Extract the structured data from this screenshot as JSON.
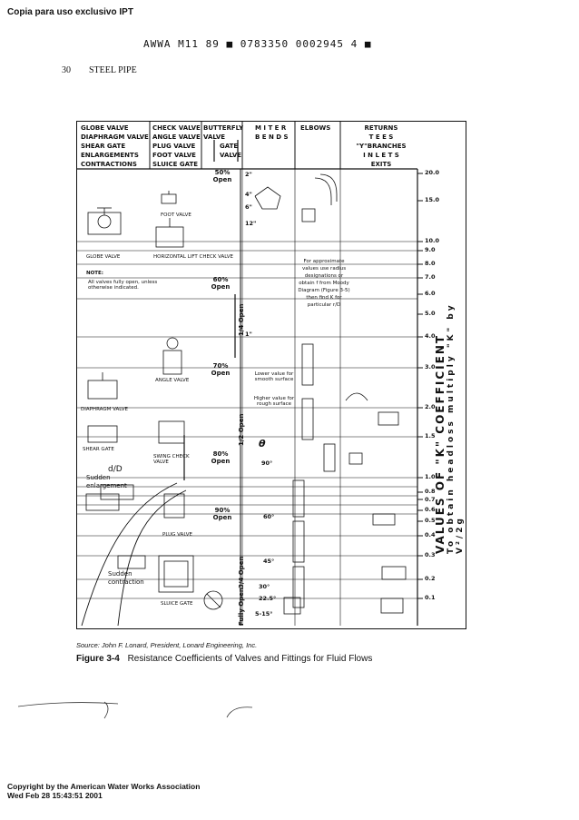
{
  "page": {
    "top_note": "Copia para uso exclusivo IPT",
    "barcode_text": "AWWA M11 89 ■ 0783350 0002945 4 ■",
    "page_number": "30",
    "running_title": "STEEL PIPE",
    "source": "Source: John F. Lonard, President, Lonard Engineering, Inc.",
    "figure_label": "Figure 3-4",
    "figure_title": "Resistance Coefficients of Valves and Fittings for Fluid Flows",
    "copyright": "Copyright by the American Water Works Association",
    "date": "Wed Feb 28 15:43:51 2001"
  },
  "chart": {
    "headers": {
      "col1": [
        "GLOBE VALVE",
        "DIAPHRAGM VALVE",
        "SHEAR GATE",
        "ENLARGEMENTS",
        "CONTRACTIONS"
      ],
      "col2": [
        "CHECK VALVE",
        "ANGLE VALVE",
        "PLUG VALVE",
        "FOOT VALVE",
        "SLUICE GATE"
      ],
      "col3": [
        "BUTTERFLY",
        "VALVE",
        "GATE",
        "VALVE"
      ],
      "col4": [
        "M I T E R",
        "B E N D S"
      ],
      "col5": [
        "ELBOWS"
      ],
      "col6": [
        "RETURNS",
        "T E E S",
        "\"Y\"BRANCHES",
        "I N L E T S",
        "EXITS"
      ]
    },
    "k_scale": [
      "20.0",
      "15.0",
      "10.0",
      "9.0",
      "8.0",
      "7.0",
      "6.0",
      "5.0",
      "4.0",
      "3.0",
      "2.0",
      "1.5",
      "1.0",
      "0.8",
      "0.7",
      "0.6",
      "0.5",
      "0.4",
      "0.3",
      "0.2",
      "0.1"
    ],
    "labels": {
      "foot_valve": "FOOT VALVE",
      "globe_valve": "GLOBE VALVE",
      "horizontal_lift_check": "HORIZONTAL LIFT CHECK VALVE",
      "note_title": "NOTE:",
      "note_body": "All valves fully open, unless otherwise indicated.",
      "angle_valve": "ANGLE VALVE",
      "diaphragm_valve": "DIAPHRAGM VALVE",
      "shear_gate": "SHEAR GATE",
      "swing_check": "SWING CHECK VALVE",
      "plug_valve": "PLUG VALVE",
      "sluice_gate": "SLUICE GATE",
      "sudden_enlargement": "Sudden enlargement",
      "sudden_contraction": "Sudden contraction",
      "d_over_D": "d/D",
      "elbow_note": "For approximate values use radius designations or obtain f from Moody Diagram (Figure 3-5) then find K for particular r/D",
      "lower_value": "Lower value for smooth surface",
      "higher_value": "Higher value for rough surface",
      "pct_50_open": "50% Open",
      "pct_60_open": "60% Open",
      "pct_70_open": "70% Open",
      "pct_80_open": "80% Open",
      "pct_90_open": "90% Open",
      "one_quarter_open": "1/4 Open",
      "one_half_open": "1/2 Open",
      "three_quarter_open": "3/4 Open",
      "fully_open": "Fully Open",
      "theta": "θ",
      "miter_90": "90°",
      "miter_60": "60°",
      "miter_45": "45°",
      "miter_30": "30°",
      "miter_22": "22.5°",
      "miter_15": "5-15°",
      "size_2": "2\"",
      "size_4": "4\"",
      "size_6": "6\"",
      "size_12": "12\"",
      "size_1": "1\""
    },
    "right_title_1": "VALUES OF \"K\" COEFFICIENT",
    "right_title_2": "To obtain headloss multiply \"K\" by V²/2g"
  }
}
